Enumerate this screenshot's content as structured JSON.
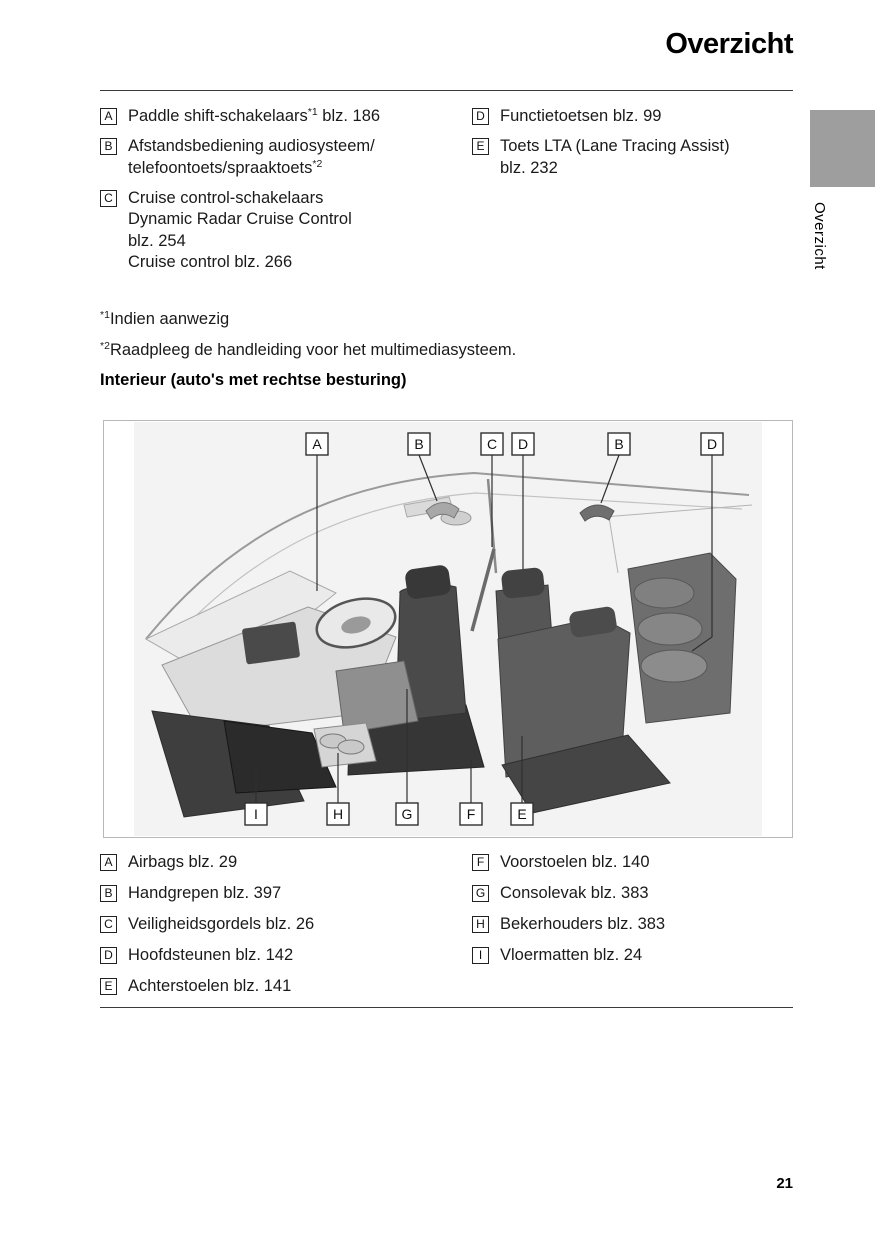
{
  "header": {
    "title": "Overzicht"
  },
  "sidebar": {
    "tab_label": "Overzicht"
  },
  "colors": {
    "sidebar_tab": "#9e9e9e",
    "figure_background": "#f3f3f3"
  },
  "top_list": {
    "left": [
      {
        "key": "A",
        "text": "Paddle shift-schakelaars",
        "sup": "*1",
        "text_after": " blz. 186"
      },
      {
        "key": "B",
        "line1": "Afstandsbediening audiosysteem/",
        "line2": "telefoontoets/spraaktoets",
        "line2_sup": "*2"
      },
      {
        "key": "C",
        "line1": "Cruise control-schakelaars",
        "sub": [
          "Dynamic Radar Cruise Control",
          "blz. 254",
          "Cruise control blz. 266"
        ]
      }
    ],
    "right": [
      {
        "key": "D",
        "text": "Functietoetsen blz. 99"
      },
      {
        "key": "E",
        "line1": "Toets LTA (Lane Tracing Assist)",
        "line2": "blz. 232"
      }
    ]
  },
  "footnotes": [
    {
      "sup": "*1",
      "text": "Indien aanwezig"
    },
    {
      "sup": "*2",
      "text": "Raadpleeg de handleiding voor het multimediasysteem."
    }
  ],
  "section": {
    "heading": "Interieur (auto's met rechtse besturing)"
  },
  "figure": {
    "callouts_top": [
      {
        "label": "A"
      },
      {
        "label": "B"
      },
      {
        "label": "C"
      },
      {
        "label": "D"
      },
      {
        "label": "B"
      },
      {
        "label": "D"
      }
    ],
    "callouts_bottom": [
      {
        "label": "I"
      },
      {
        "label": "H"
      },
      {
        "label": "G"
      },
      {
        "label": "F"
      },
      {
        "label": "E"
      }
    ]
  },
  "bottom_list": {
    "left": [
      {
        "key": "A",
        "text": "Airbags blz. 29"
      },
      {
        "key": "B",
        "text": "Handgrepen blz. 397"
      },
      {
        "key": "C",
        "text": "Veiligheidsgordels blz. 26"
      },
      {
        "key": "D",
        "text": "Hoofdsteunen blz. 142"
      },
      {
        "key": "E",
        "text": "Achterstoelen blz. 141"
      }
    ],
    "right": [
      {
        "key": "F",
        "text": "Voorstoelen blz. 140"
      },
      {
        "key": "G",
        "text": "Consolevak blz. 383"
      },
      {
        "key": "H",
        "text": "Bekerhouders blz. 383"
      },
      {
        "key": "I",
        "text": "Vloermatten blz. 24"
      }
    ]
  },
  "footer": {
    "page_number": "21"
  }
}
